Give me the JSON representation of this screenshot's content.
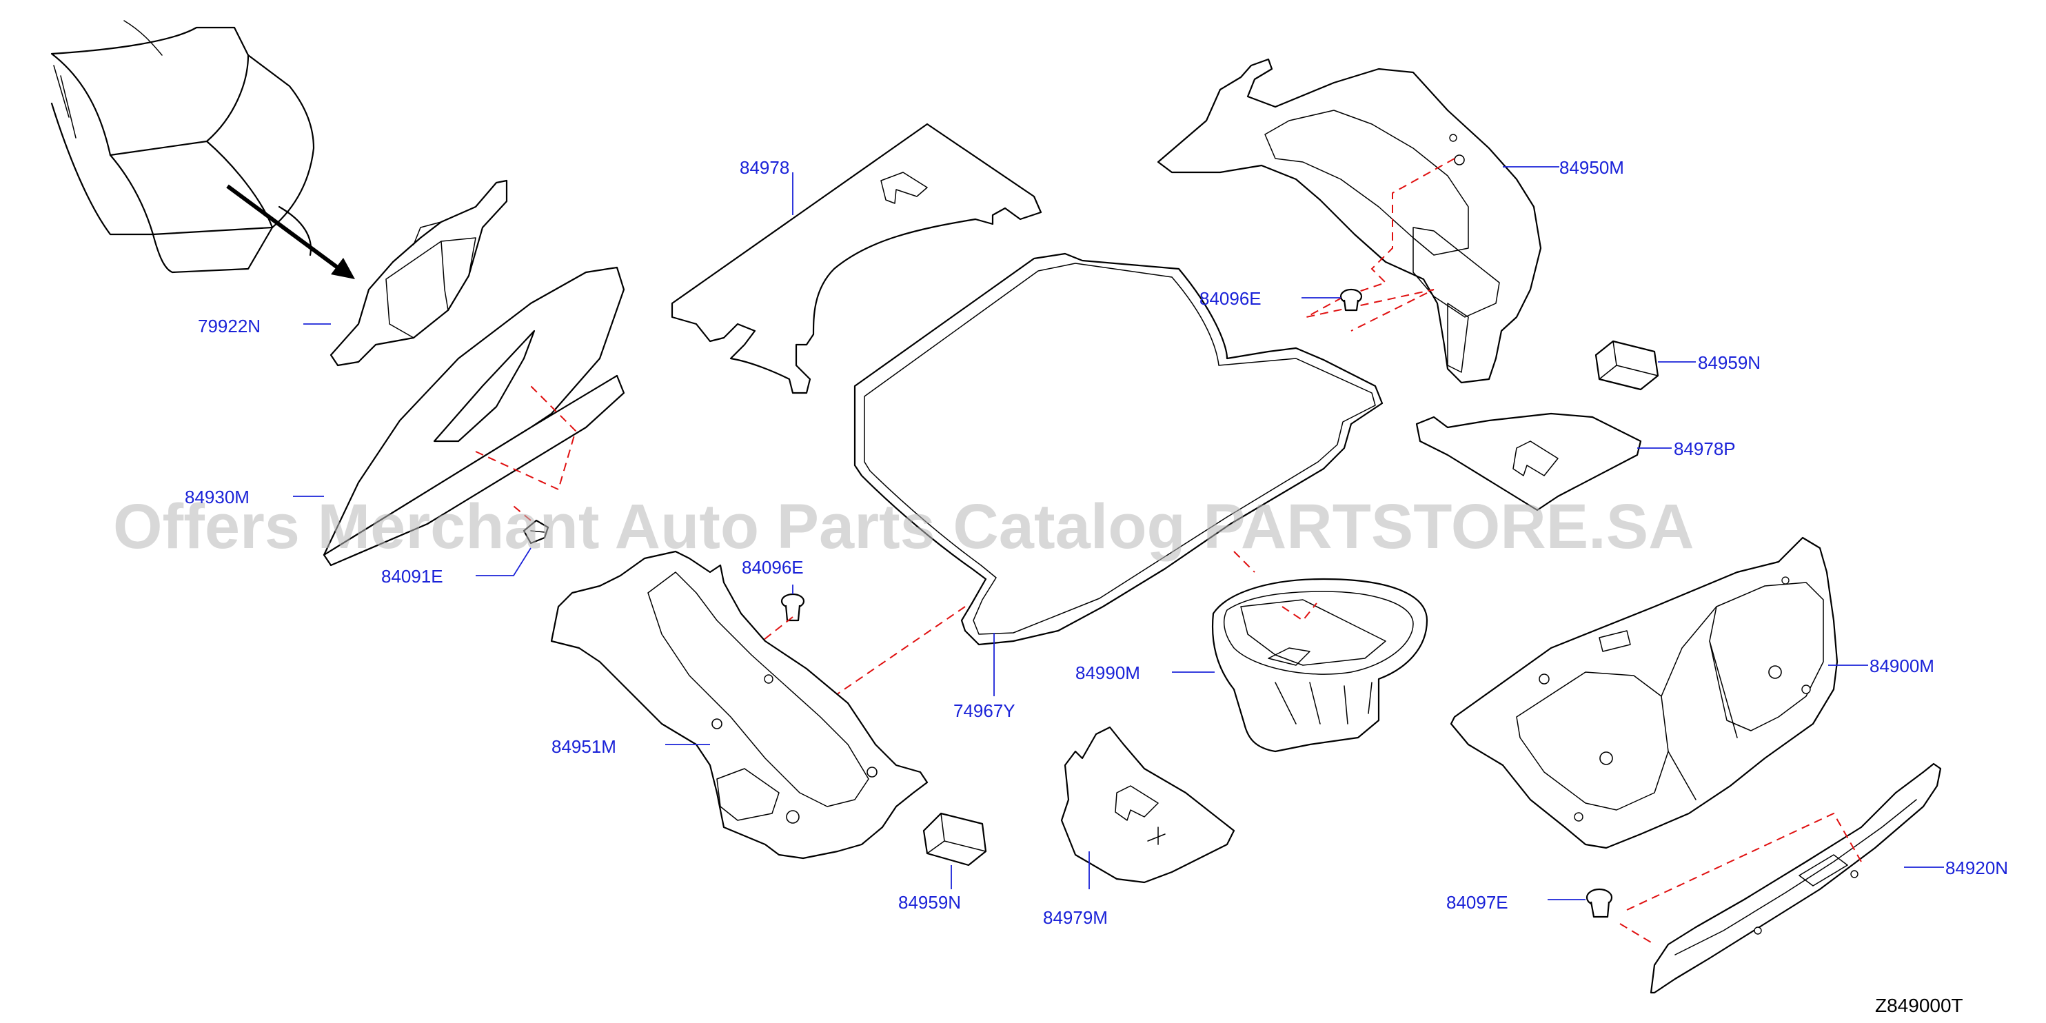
{
  "watermark": "Offers Merchant Auto Parts Catalog PARTSTORE.SA",
  "drawing_code": "Z849000T",
  "colors": {
    "label": "#1a22d8",
    "dashed_guide": "#e01010",
    "outline": "#000000",
    "watermark": "#b8b8b8"
  },
  "parts": [
    {
      "id": "p79922N",
      "label": "79922N"
    },
    {
      "id": "p84978",
      "label": "84978"
    },
    {
      "id": "p84950M",
      "label": "84950M"
    },
    {
      "id": "p84096E_a",
      "label": "84096E"
    },
    {
      "id": "p84959N_a",
      "label": "84959N"
    },
    {
      "id": "p84978P",
      "label": "84978P"
    },
    {
      "id": "p84930M",
      "label": "84930M"
    },
    {
      "id": "p84091E",
      "label": "84091E"
    },
    {
      "id": "p84096E_b",
      "label": "84096E"
    },
    {
      "id": "p84900M",
      "label": "84900M"
    },
    {
      "id": "p84990M",
      "label": "84990M"
    },
    {
      "id": "p74967Y",
      "label": "74967Y"
    },
    {
      "id": "p84951M",
      "label": "84951M"
    },
    {
      "id": "p84920N",
      "label": "84920N"
    },
    {
      "id": "p84097E",
      "label": "84097E"
    },
    {
      "id": "p84959N_b",
      "label": "84959N"
    },
    {
      "id": "p84979M",
      "label": "84979M"
    }
  ]
}
